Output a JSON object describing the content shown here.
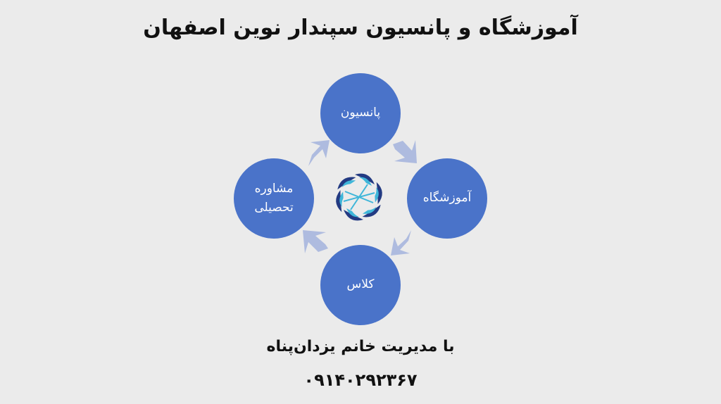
{
  "title": "آموزشگاه و پانسیون سپندار نوین اصفهان",
  "nodes": {
    "top": "پانسیون",
    "right": "آموزشگاه",
    "bottom": "کلاس",
    "left_line1": "مشاوره",
    "left_line2": "تحصیلی"
  },
  "subtitle": "با مدیریت خانم یزدان‌پناه",
  "phone": "۰۹۱۴۰۲۹۲۳۶۷",
  "colors": {
    "background": "#ebebeb",
    "node": "#4a73c9",
    "arrow": "#aebbdf",
    "logo_dark": "#233a82",
    "logo_light": "#3fb6d9"
  },
  "icons": [
    "cycle-arrow-icon",
    "star-logo-icon"
  ]
}
